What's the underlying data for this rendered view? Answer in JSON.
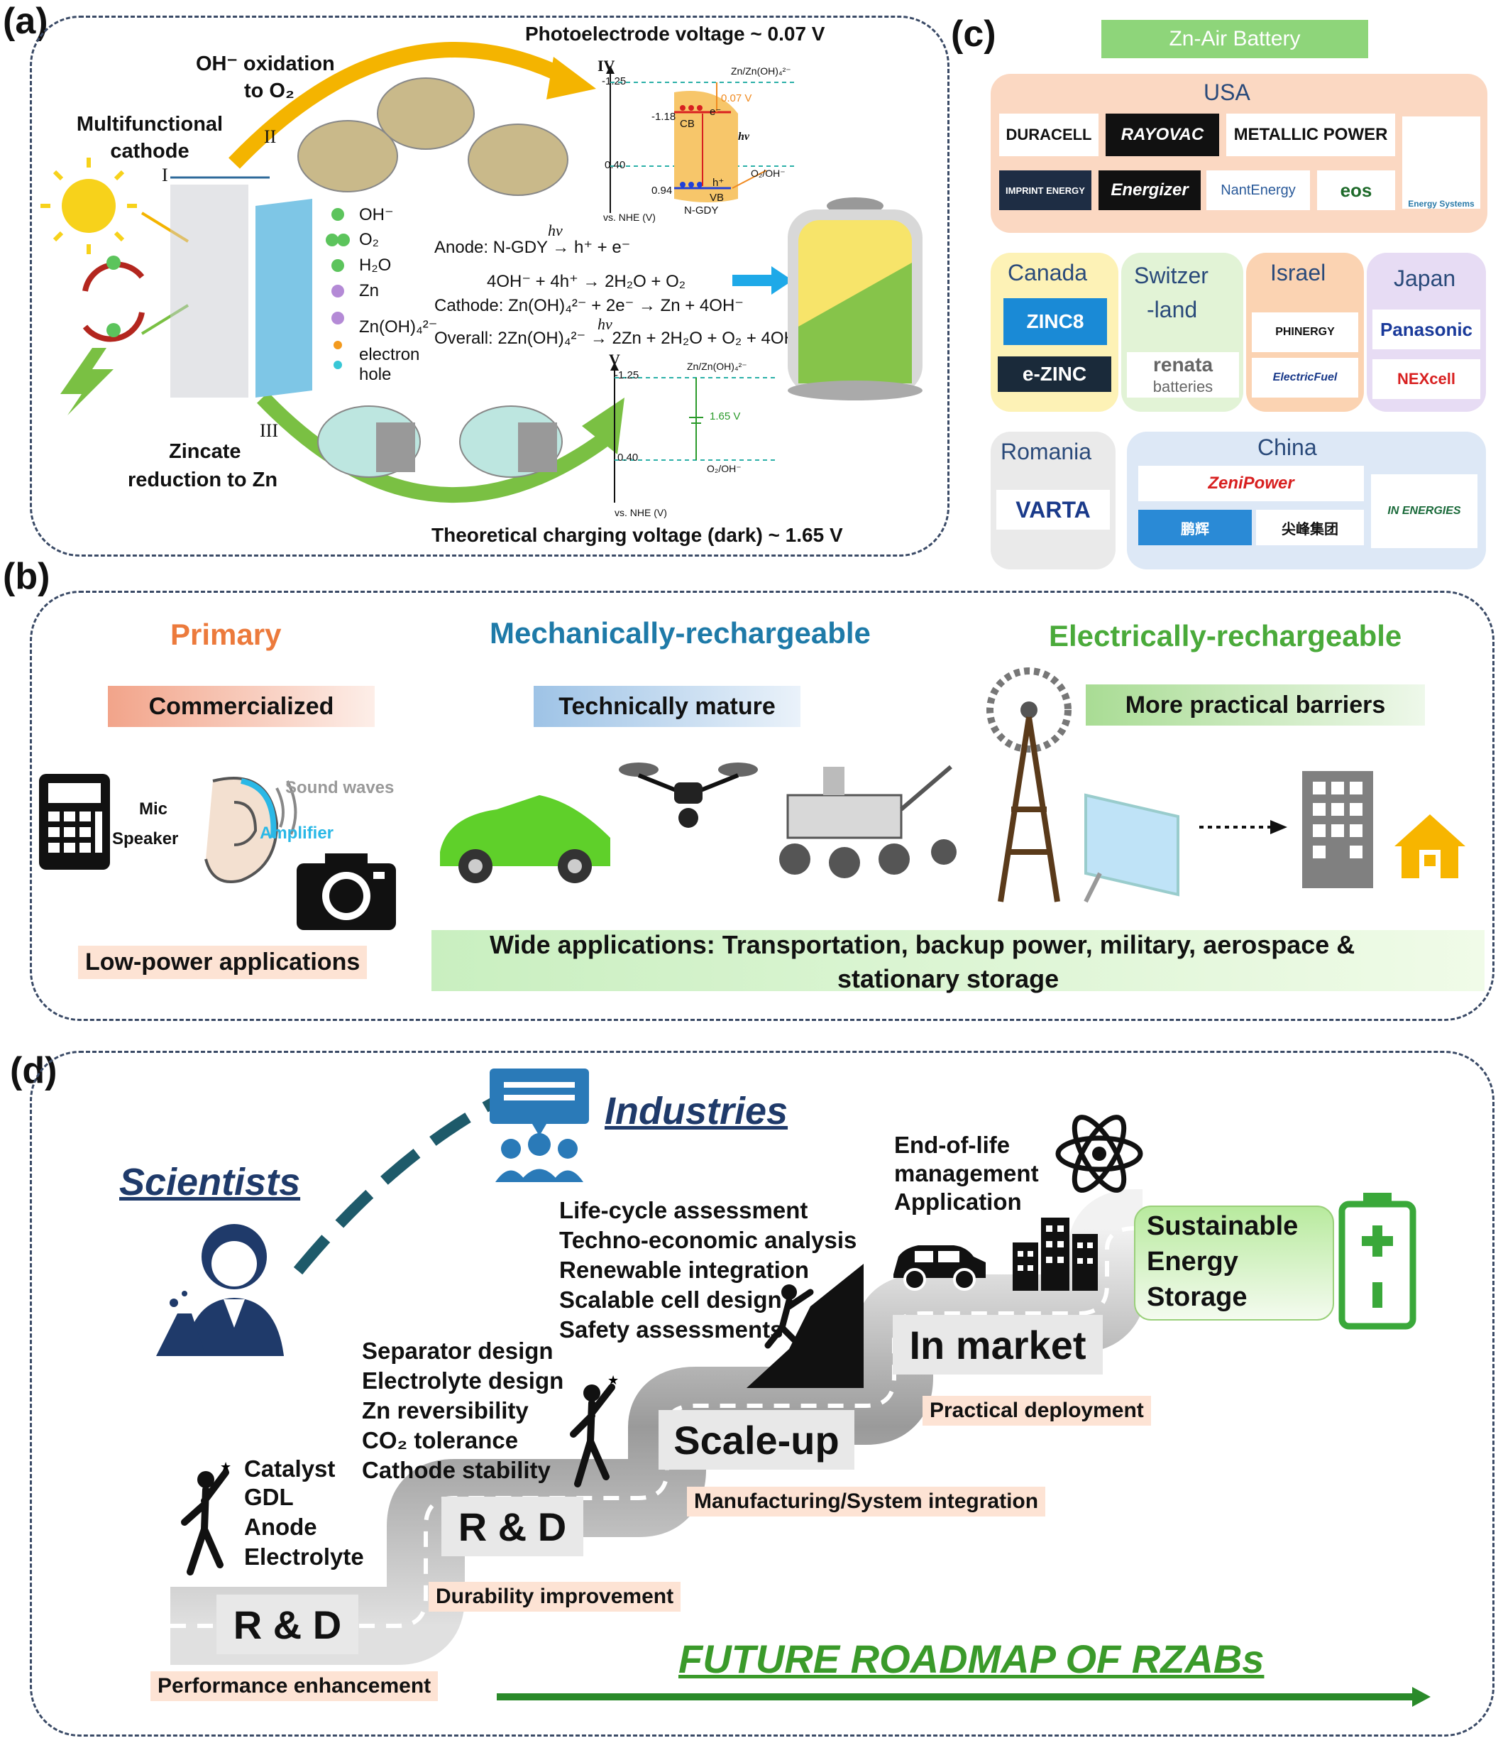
{
  "panels": {
    "a": "(a)",
    "b": "(b)",
    "c": "(c)",
    "d": "(d)"
  },
  "panel_a": {
    "photo_voltage": "Photoelectrode voltage ~ 0.07 V",
    "dark_voltage": "Theoretical charging voltage (dark) ~ 1.65 V",
    "multifunctional_cathode": "Multifunctional cathode",
    "roman": {
      "i": "I",
      "ii": "II",
      "iii": "III",
      "iv": "IV",
      "v": "V"
    },
    "oh_oxidation_1": "OH⁻ oxidation",
    "oh_oxidation_2": "to O₂",
    "zincate_1": "Zincate",
    "zincate_2": "reduction to Zn",
    "legend": [
      "OH⁻",
      "O₂",
      "H₂O",
      "Zn",
      "Zn(OH)₄²⁻",
      "electron",
      "hole"
    ],
    "hv": "hv",
    "eq_anode": "Anode: N-GDY → h⁺ + e⁻",
    "eq_anode2": "4OH⁻ + 4h⁺ → 2H₂O + O₂",
    "eq_cathode": "Cathode: Zn(OH)₄²⁻ + 2e⁻ → Zn + 4OH⁻",
    "eq_overall": "Overall: 2Zn(OH)₄²⁻ → 2Zn + 2H₂O + O₂ + 4OH⁻",
    "diag_iv": {
      "top": "-1.25",
      "cb": "-1.18",
      "mid": "0.40",
      "vb": "0.94",
      "couple_top": "Zn/Zn(OH)₄²⁻",
      "couple_bot": "O₂/OH⁻",
      "photo": "0.07 V",
      "cb_label": "CB",
      "vb_label": "VB",
      "e": "e⁻",
      "h": "h⁺",
      "material": "N-GDY",
      "axis": "vs. NHE (V)",
      "hv": "hv"
    },
    "diag_v": {
      "top": "-1.25",
      "mid": "0.40",
      "couple_top": "Zn/Zn(OH)₄²⁻",
      "couple_bot": "O₂/OH⁻",
      "gap": "1.65 V",
      "axis": "vs. NHE (V)"
    }
  },
  "panel_c": {
    "title": "Zn-Air Battery",
    "countries": {
      "usa": {
        "name": "USA",
        "logos": [
          "DURACELL",
          "RAYOVAC",
          "METALLIC POWER",
          "IMPRINT ENERGY",
          "Energizer",
          "NantEnergy",
          "eos",
          "Energy Systems"
        ]
      },
      "canada": {
        "name": "Canada",
        "logos": [
          "ZINC8",
          "e-ZINC"
        ]
      },
      "switzerland": {
        "name_1": "Switzer",
        "name_2": "-land",
        "logos": [
          "renata",
          "batteries"
        ]
      },
      "israel": {
        "name": "Israel",
        "logos": [
          "PHINERGY",
          "ElectricFuel"
        ]
      },
      "japan": {
        "name": "Japan",
        "logos": [
          "Panasonic",
          "NEXcell"
        ]
      },
      "romania": {
        "name": "Romania",
        "logos": [
          "VARTA"
        ]
      },
      "china": {
        "name": "China",
        "logos": [
          "ZeniPower",
          "鹏辉",
          "尖峰集团",
          "IN ENERGIES"
        ]
      }
    }
  },
  "panel_b": {
    "primary": "Primary",
    "mechanical": "Mechanically-rechargeable",
    "electrical": "Electrically-rechargeable",
    "commercialized": "Commercialized",
    "mature": "Technically mature",
    "barriers": "More practical barriers",
    "mic": "Mic",
    "speaker": "Speaker",
    "sound": "Sound waves",
    "amplifier": "Amplifier",
    "low_power": "Low-power applications",
    "wide_1": "Wide applications: Transportation, backup power, military, aerospace &",
    "wide_2": "stationary storage"
  },
  "panel_d": {
    "scientists": "Scientists",
    "industries": "Industries",
    "rd1": "R & D",
    "rd2": "R & D",
    "scaleup": "Scale-up",
    "market": "In market",
    "sustainable": [
      "Sustainable",
      "Energy",
      "Storage"
    ],
    "list1": [
      "Catalyst",
      "GDL",
      "Anode",
      "Electrolyte"
    ],
    "list2": [
      "Separator design",
      "Electrolyte design",
      "Zn reversibility",
      "CO₂ tolerance",
      "Cathode stability"
    ],
    "list3": [
      "Life-cycle assessment",
      "Techno-economic analysis",
      "Renewable integration",
      "Scalable cell design",
      "Safety assessments"
    ],
    "list4": [
      "End-of-life",
      "management",
      "Application"
    ],
    "perf": "Performance enhancement",
    "durability": "Durability improvement",
    "manufacturing": "Manufacturing/System integration",
    "practical": "Practical deployment",
    "roadmap": "FUTURE ROADMAP OF RZABs"
  },
  "colors": {
    "primary": "#ec7a3c",
    "mechanical": "#1e7aa8",
    "electrical": "#4aaa3a",
    "roadmap": "#3a9a2a",
    "navy": "#1f3a6a",
    "dash": "#3a4a66"
  }
}
